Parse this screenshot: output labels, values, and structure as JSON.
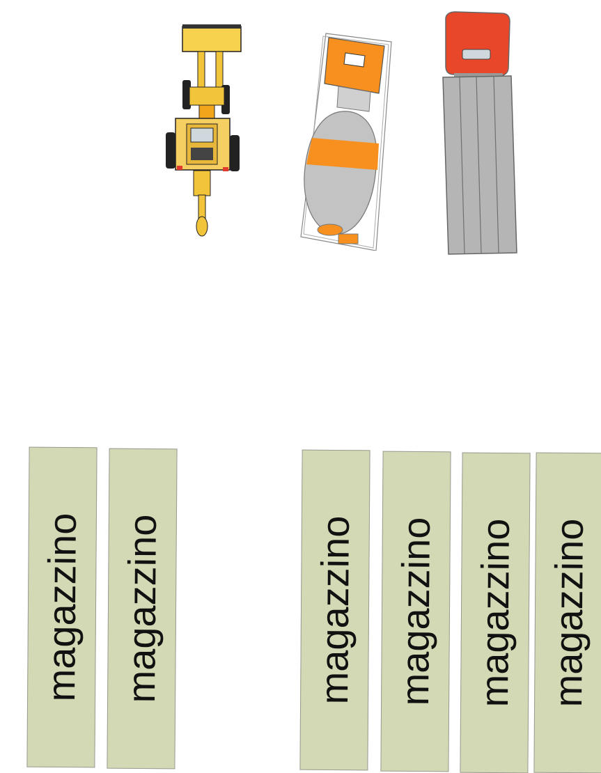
{
  "warehouses": [
    {
      "label": "magazzino"
    },
    {
      "label": "magazzino"
    },
    {
      "label": "magazzino"
    },
    {
      "label": "magazzino"
    },
    {
      "label": "magazzino"
    },
    {
      "label": "magazzino"
    }
  ],
  "vehicles": [
    {
      "icon": "wheel-loader-icon"
    },
    {
      "icon": "concrete-mixer-truck-icon"
    },
    {
      "icon": "flatbed-truck-icon"
    }
  ],
  "colors": {
    "warehouse_fill": "#d3d9b4",
    "loader_yellow": "#f2c43a",
    "mixer_orange": "#f7901e",
    "drum_gray": "#c3c3c3",
    "truck_red": "#e8472a"
  }
}
